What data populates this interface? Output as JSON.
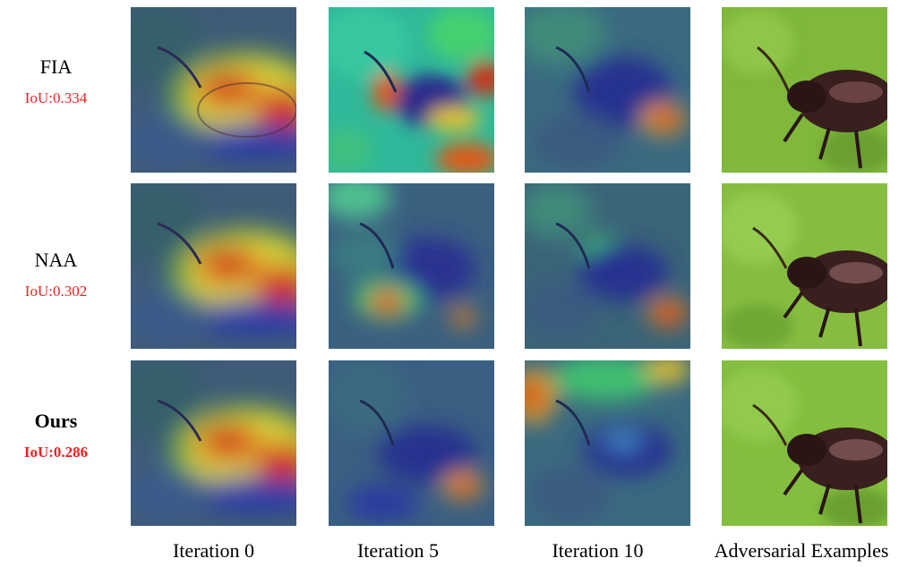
{
  "rows": [
    {
      "method": "FIA",
      "iou": "IoU:0.334",
      "bold": false
    },
    {
      "method": "NAA",
      "iou": "IoU:0.302",
      "bold": false
    },
    {
      "method": "Ours",
      "iou": "IoU:0.286",
      "bold": true
    }
  ],
  "columns": [
    "Iteration 0",
    "Iteration 5",
    "Iteration 10",
    "Adversarial Examples"
  ],
  "colors": {
    "iou_text": "#ee2222",
    "heat_hot": "#d41e1e",
    "heat_cool": "#2a3aa8",
    "leaf_green": "#7fb83a"
  }
}
